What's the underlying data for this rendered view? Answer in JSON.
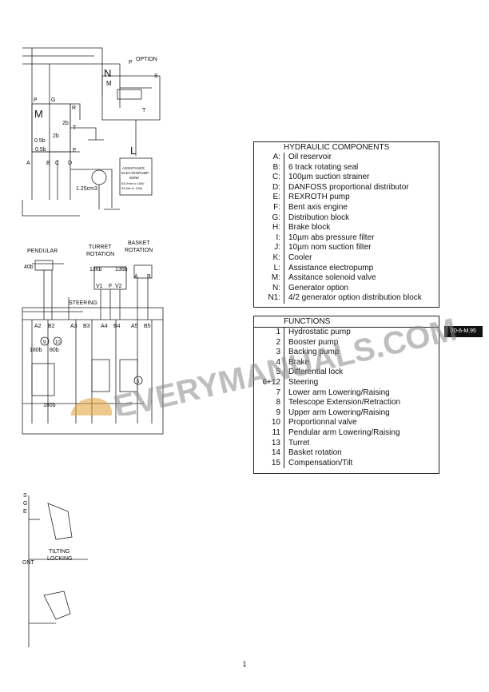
{
  "schematic": {
    "labels": {
      "option": "OPTION",
      "n": "N",
      "m_small": "M",
      "p1": "P",
      "s": "S",
      "t1": "T",
      "p2": "P",
      "g": "G",
      "r": "R",
      "m_big": "M",
      "t2": "T",
      "d2b_1": "2b",
      "d2b_2": "2b",
      "d05b_1": "0.5b",
      "d05b_2": "0.5b",
      "e": "E",
      "a": "A",
      "b": "B",
      "c": "C",
      "d": "D",
      "l": "L",
      "cm3": "1.25cm3",
      "assist1": "ASSISTANCE",
      "assist2": "ELECTROPUMP",
      "assist3": "800W",
      "assist4": "63 l/min to 100b",
      "assist5": "53.5l/s to 100b",
      "pendular": "PENDULAR",
      "turret1": "TURRET",
      "turret2": "ROTATION",
      "basket1": "BASKET",
      "basket2": "ROTATION",
      "p40b": "40b",
      "p136b1": "136b",
      "p136b2": "136b",
      "v1": "V1",
      "f": "F",
      "v2": "V2",
      "ba": "A",
      "bb": "B",
      "steering": "STEERING",
      "a2": "A2",
      "b2": "B2",
      "a3": "A3",
      "b3": "B3",
      "a4": "A4",
      "b4": "B4",
      "a5": "A5",
      "b5": "B5",
      "n9": "9",
      "n10": "10",
      "p180b": "180b",
      "p80b": "80b",
      "p180b2": "180b",
      "n5": "5",
      "s_lbl": "S",
      "g_lbl": "G",
      "e_lbl": "E",
      "tilting1": "TILTING",
      "tilting2": "LOCKING",
      "ont": "ONT"
    }
  },
  "components": {
    "title": "HYDRAULIC COMPONENTS",
    "items": [
      {
        "key": "A:",
        "label": "Oil reservoir"
      },
      {
        "key": "B:",
        "label": "6 track rotating seal"
      },
      {
        "key": "C:",
        "label": "100µm suction strainer"
      },
      {
        "key": "D:",
        "label": "DANFOSS proportional distributor"
      },
      {
        "key": "E:",
        "label": "REXROTH pump"
      },
      {
        "key": "F:",
        "label": "Bent axis engine"
      },
      {
        "key": "G:",
        "label": "Distribution block"
      },
      {
        "key": "H:",
        "label": "Brake block"
      },
      {
        "key": "I:",
        "label": "10µm abs  pressure filter"
      },
      {
        "key": "J:",
        "label": "10µm nom suction filter"
      },
      {
        "key": "K:",
        "label": "Cooler"
      },
      {
        "key": "L:",
        "label": "Assistance electropump"
      },
      {
        "key": "M:",
        "label": "Assitance solenoid valve"
      },
      {
        "key": "N:",
        "label": "Generator option"
      },
      {
        "key": "N1:",
        "label": "4/2 generator option distribution block"
      }
    ]
  },
  "functions": {
    "title": "FUNCTIONS",
    "items": [
      {
        "key": "1",
        "label": "Hydrostatic pump"
      },
      {
        "key": "2",
        "label": "Booster pump"
      },
      {
        "key": "3",
        "label": "Backing pump"
      },
      {
        "key": "4",
        "label": "Brake"
      },
      {
        "key": "5",
        "label": "Differential lock"
      },
      {
        "key": "6+12",
        "label": "Steering"
      },
      {
        "key": "7",
        "label": "Lower arm Lowering/Raising"
      },
      {
        "key": "8",
        "label": "Telescope Extension/Retraction"
      },
      {
        "key": "9",
        "label": "Upper arm Lowering/Raising"
      },
      {
        "key": "10",
        "label": "Proportionnal valve"
      },
      {
        "key": "11",
        "label": "Pendular arm Lowering/Raising"
      },
      {
        "key": "13",
        "label": "Turret"
      },
      {
        "key": "14",
        "label": "Basket rotation"
      },
      {
        "key": "15",
        "label": "Compensation/Tilt"
      }
    ]
  },
  "badge": "70-6-M.95",
  "watermark": "EVERYMANUALS.COM",
  "page_number": "1"
}
